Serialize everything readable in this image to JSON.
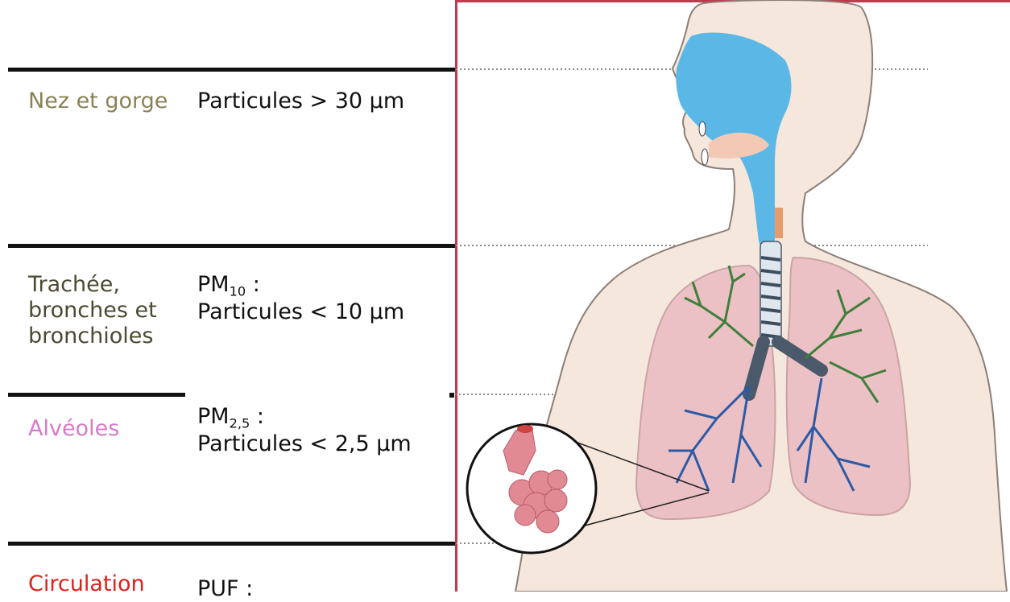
{
  "colors": {
    "frame": "#c0394e",
    "skin": "#f6e7dc",
    "skin_outline": "#8c7f78",
    "airway": "#5bb8e6",
    "lung": "#ecc1c6",
    "bronchi_green": "#3f7f3a",
    "bronchi_blue": "#2d5aa5",
    "alveoli": "#e28a94"
  },
  "zones": [
    {
      "name": "Nez et gorge",
      "name_color": "#8a8256",
      "particle_prefix": "",
      "particle_sub": "",
      "particle_suffix": "",
      "particle_text": "Particules > 30 µm"
    },
    {
      "name": "Trachée,\nbronches et\nbronchioles",
      "name_color": "#4d4a33",
      "particle_prefix": "PM",
      "particle_sub": "10",
      "particle_suffix": " :",
      "particle_text": "Particules < 10 µm"
    },
    {
      "name": "Alvéoles",
      "name_color": "#d77bc9",
      "particle_prefix": "PM",
      "particle_sub": "2,5",
      "particle_suffix": " :",
      "particle_text": "Particules < 2,5 µm"
    },
    {
      "name": "Circulation",
      "name_color": "#e0201b",
      "particle_prefix": "PUF :",
      "particle_sub": "",
      "particle_suffix": "",
      "particle_text": ""
    }
  ]
}
